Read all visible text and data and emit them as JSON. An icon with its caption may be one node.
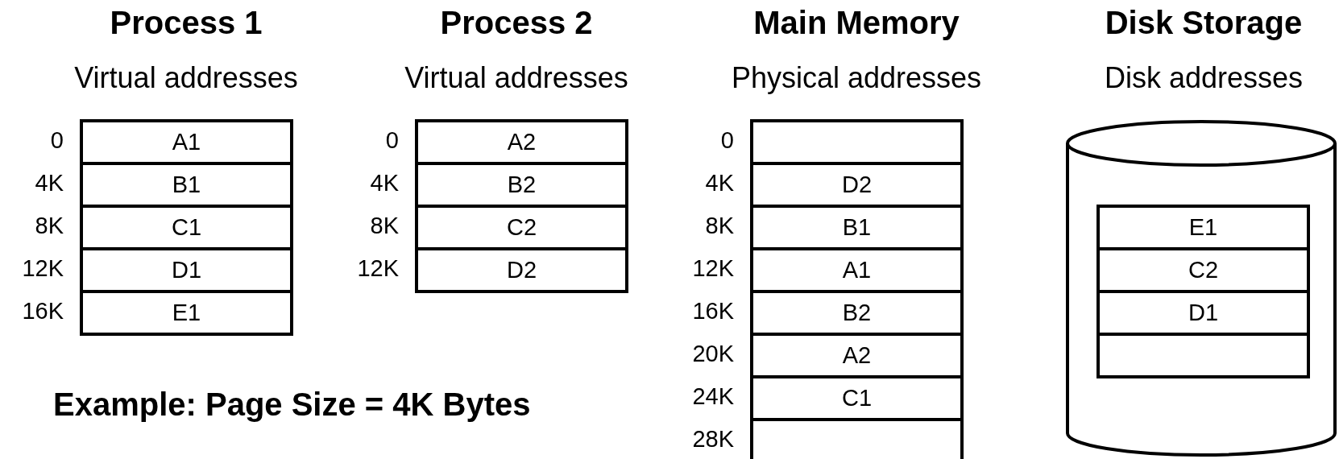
{
  "diagram": {
    "nodes": [
      {
        "text": [
          "A1"
        ]
      },
      {
        "text": [
          "B1"
        ]
      },
      {
        "text": [
          "C1"
        ]
      },
      {
        "text": [
          "D1"
        ]
      },
      {
        "text": [
          "E1"
        ]
      },
      {
        "text": [
          "A2"
        ]
      },
      {
        "text": [
          "B2"
        ]
      },
      {
        "text": [
          "C2"
        ]
      },
      {
        "text": [
          "D2"
        ]
      },
      {
        "text": [],
        "shape": "box"
      },
      {
        "text": [
          "D2"
        ]
      },
      {
        "text": [
          "B1"
        ]
      },
      {
        "text": [
          "A1"
        ]
      },
      {
        "text": [
          "B2"
        ]
      },
      {
        "text": [
          "A2"
        ]
      },
      {
        "text": [
          "C1"
        ]
      },
      {
        "text": [],
        "shape": "box"
      },
      {
        "text": [],
        "shape": "cylinder"
      },
      {
        "text": [
          "E1"
        ],
        "in": 17
      },
      {
        "text": [
          "C2"
        ],
        "in": 17
      },
      {
        "text": [
          "D1"
        ],
        "in": 17
      },
      {
        "text": [],
        "shape": "box",
        "in": 17
      }
    ],
    "labels": [
      "Process 1",
      "Process 2",
      "Main Memory",
      "Disk Storage",
      "Virtual addresses",
      "Virtual addresses",
      "Physical addresses",
      "Disk addresses",
      "0",
      "4K",
      "8K",
      "12K",
      "16K",
      "0",
      "4K",
      "8K",
      "12K",
      "0",
      "4K",
      "8K",
      "12K",
      "16K",
      "20K",
      "24K",
      "28K",
      "Example: Page Size = 4K Bytes"
    ]
  }
}
